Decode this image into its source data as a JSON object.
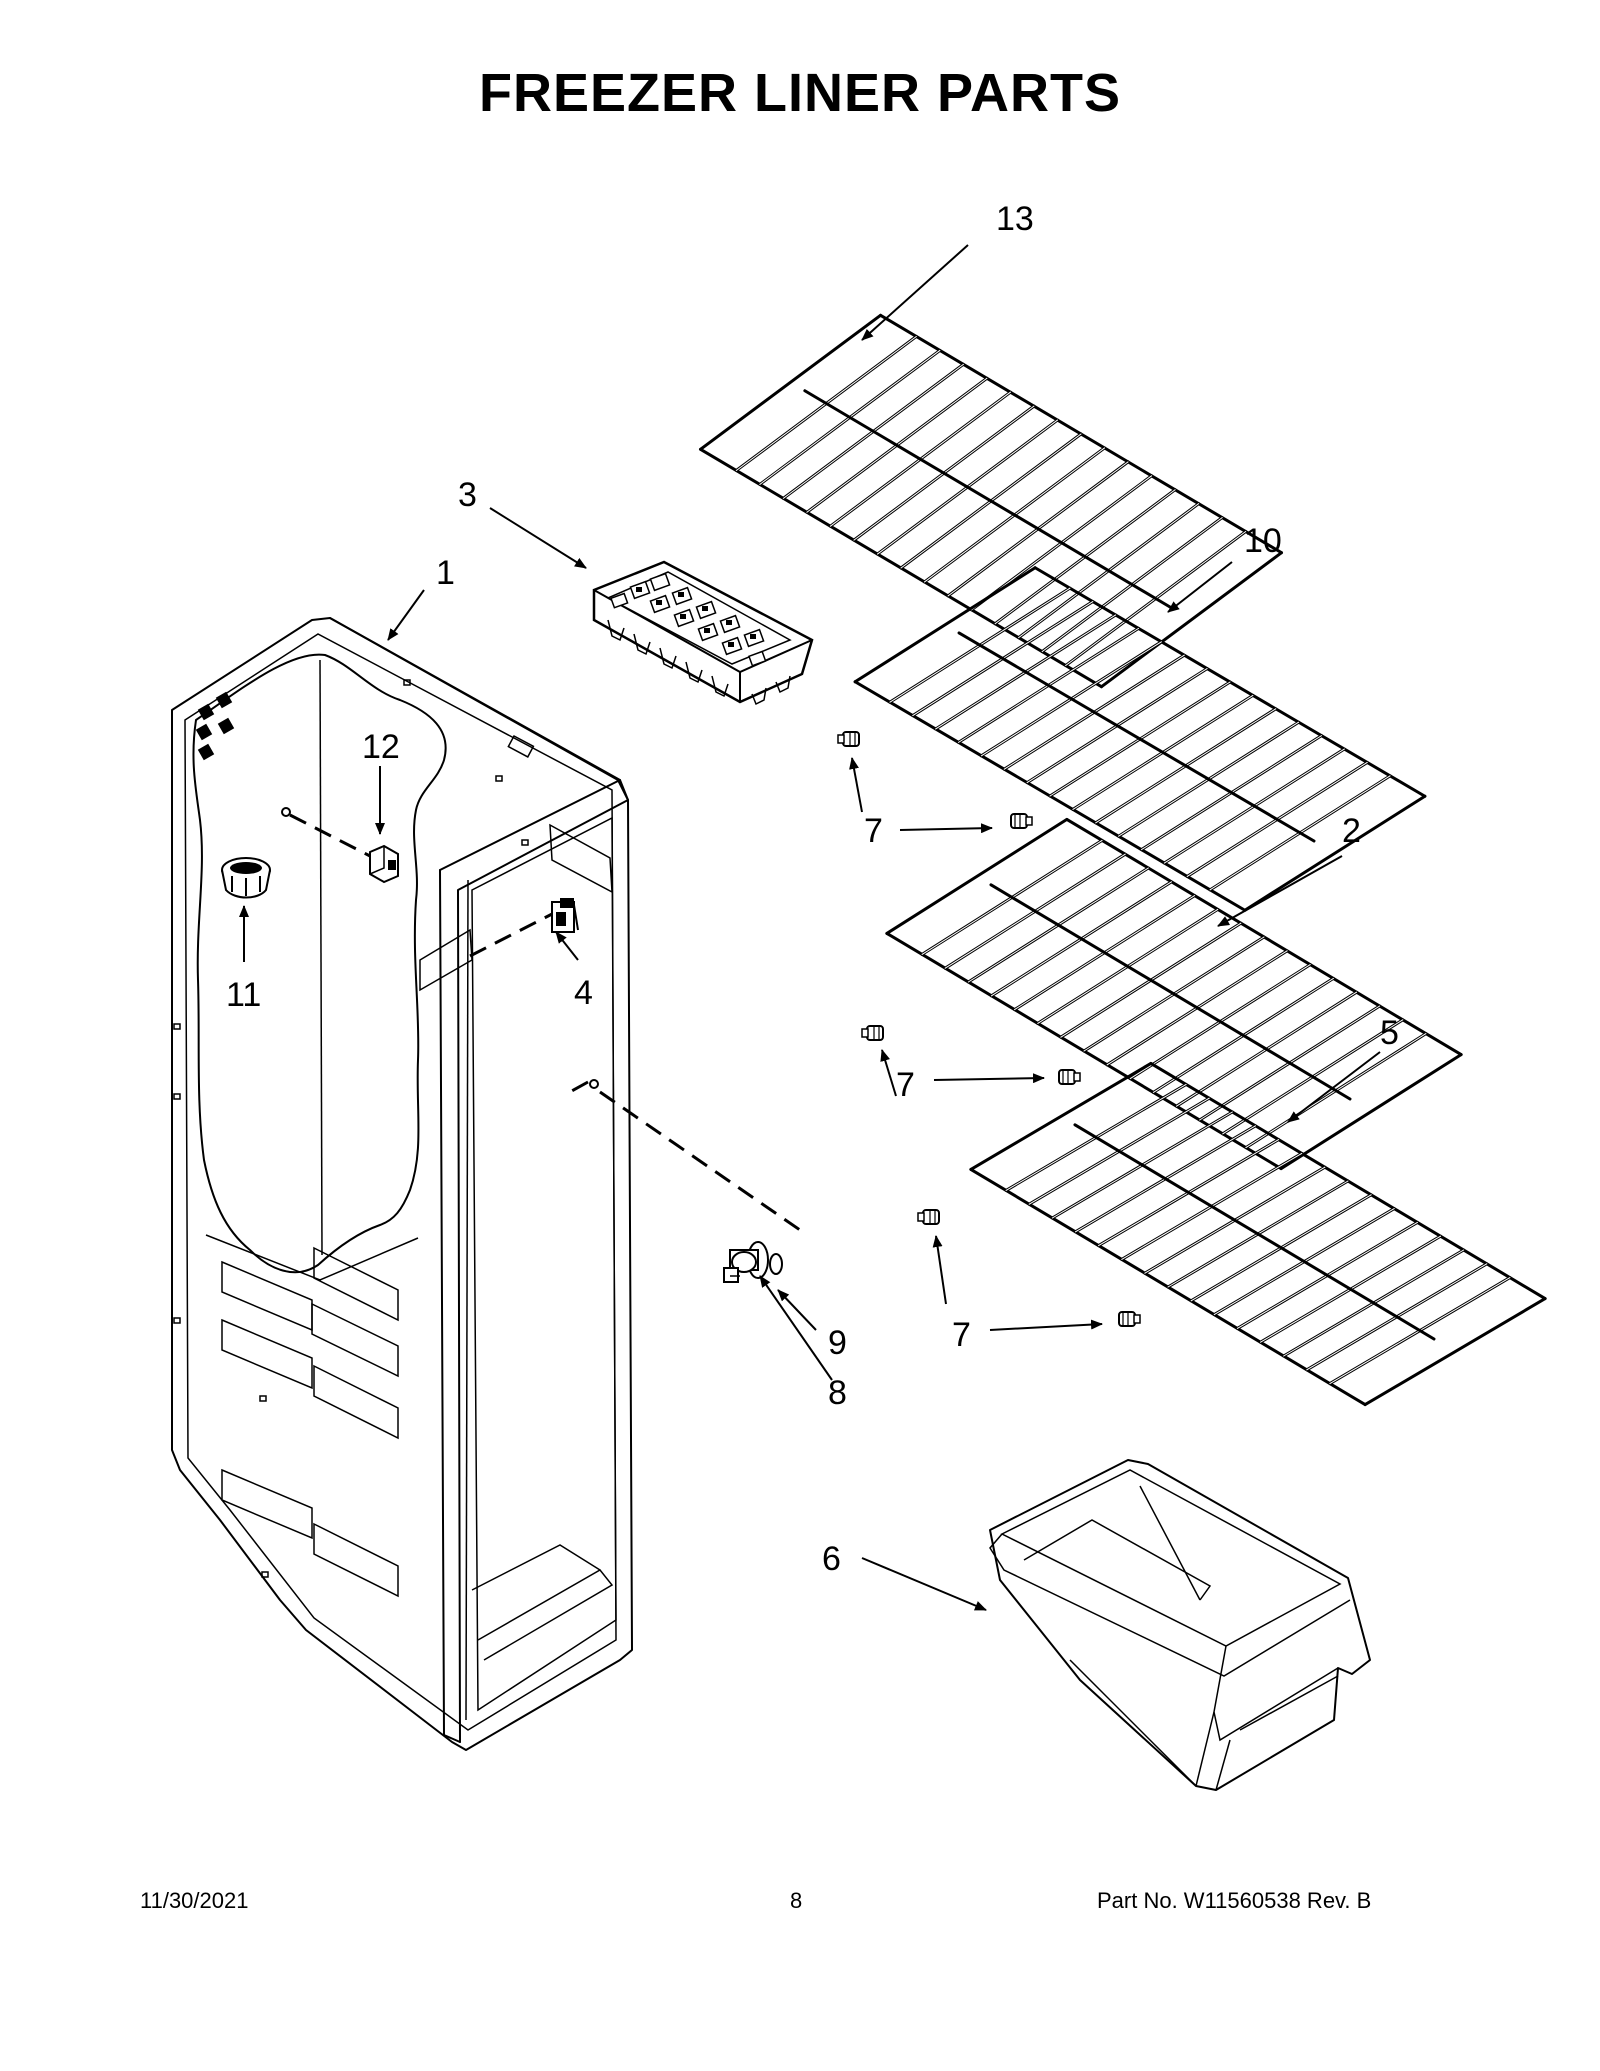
{
  "page": {
    "title": "FREEZER LINER PARTS",
    "footer": {
      "date": "11/30/2021",
      "page_number": "8",
      "part_number": "Part No.  W11560538  Rev.  B"
    }
  },
  "callouts": {
    "liner": "1",
    "shelf_2": "2",
    "ice_tray": "3",
    "part_4": "4",
    "shelf_5": "5",
    "bin": "6",
    "clip_a": "7",
    "clip_b": "7",
    "clip_c": "7",
    "part_8": "8",
    "part_9": "9",
    "shelf_10": "10",
    "part_11": "11",
    "part_12": "12",
    "shelf_13": "13"
  }
}
